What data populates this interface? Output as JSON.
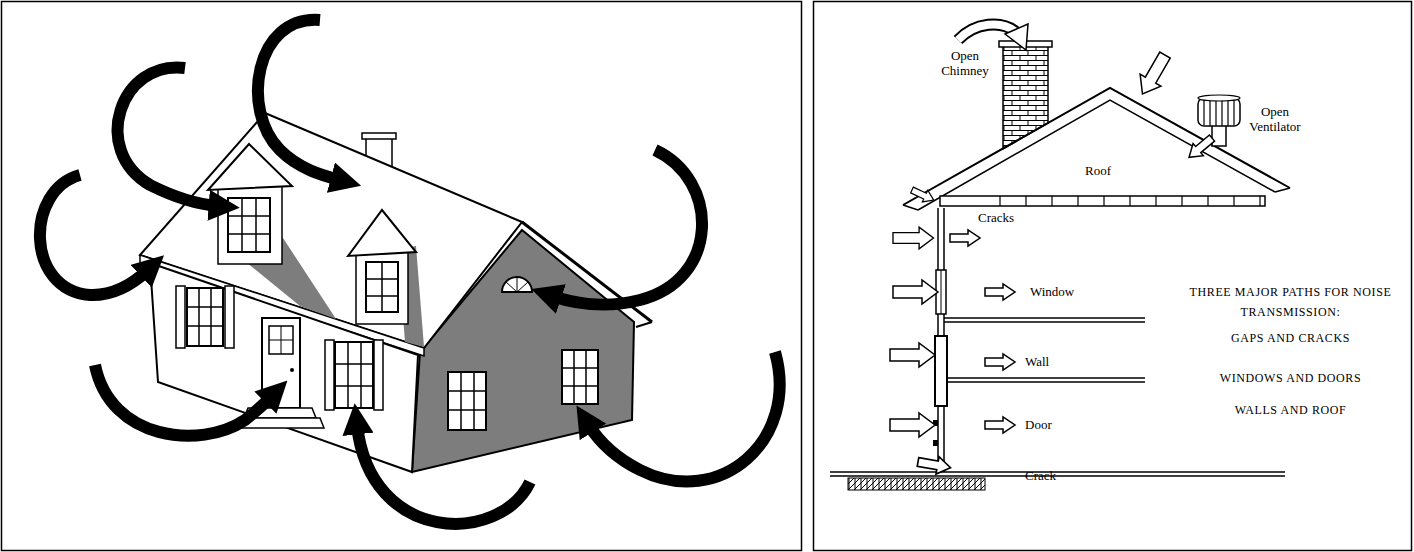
{
  "diagram": {
    "labels": [
      "Open Chimney",
      "Roof",
      "Open Ventilator",
      "Cracks",
      "Window",
      "Wall",
      "Door",
      "Crack",
      "THREE MAJOR PATHS FOR NOISE TRANSMISSION:",
      "GAPS AND CRACKS",
      "WINDOWS AND DOORS",
      "WALLS AND ROOF"
    ]
  }
}
